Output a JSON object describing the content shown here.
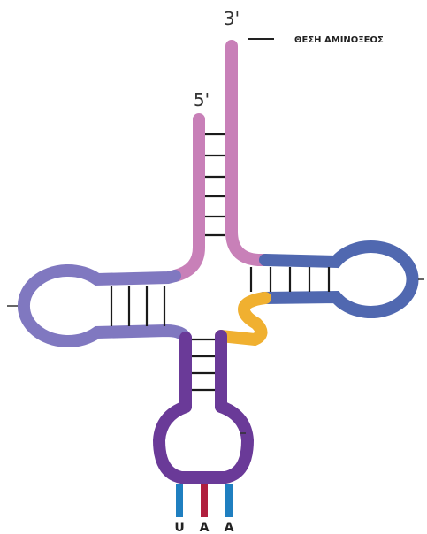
{
  "labels": {
    "three_prime": "3'",
    "five_prime": "5'",
    "amino_acid_site": "ΘΕΣΗ ΑΜΙΝΟΞΕΟΣ"
  },
  "anticodon": {
    "bases": [
      "U",
      "A",
      "A"
    ],
    "colors": [
      "#1f7fc0",
      "#b01f3e",
      "#1f7fc0"
    ]
  },
  "colors": {
    "acceptor_stem": "#c880b8",
    "d_arm": "#8078c0",
    "t_arm": "#5068b0",
    "anticodon_arm": "#6a3a98",
    "variable_loop": "#f0b030",
    "base_pairs": "#1a1a1a"
  }
}
